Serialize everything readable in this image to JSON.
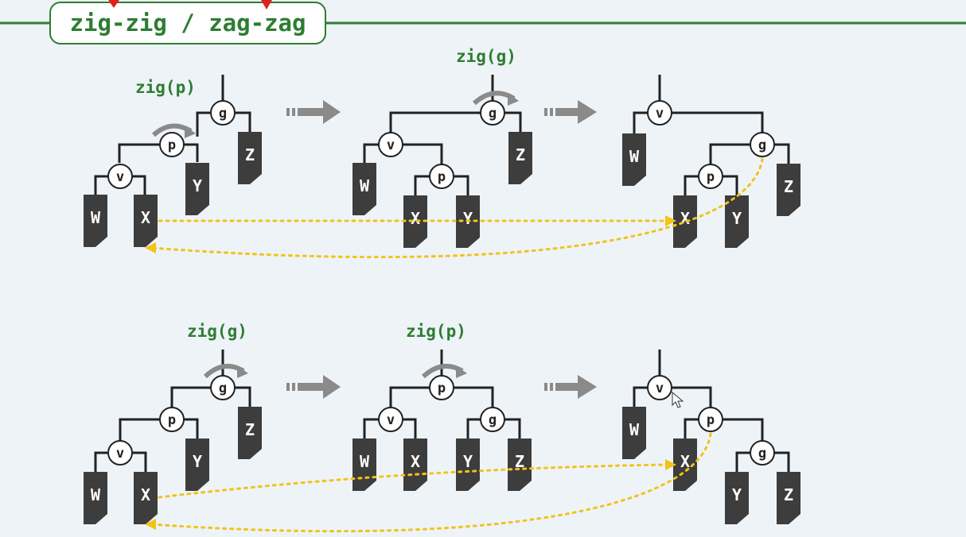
{
  "title": "zig-zig / zag-zag",
  "colors": {
    "accent_green": "#2e7d32",
    "leaf_fill": "#3d3d3d",
    "edge": "#222222",
    "arrow": "#8a8a8a",
    "dotted": "#f0c419",
    "marker_red": "#e0201e"
  },
  "diagram_top": {
    "step1": {
      "label": "zig(p)",
      "nodes": {
        "g": "g",
        "p": "p",
        "v": "v"
      },
      "leaves": {
        "W": "W",
        "X": "X",
        "Y": "Y",
        "Z": "Z"
      }
    },
    "step2": {
      "label": "zig(g)",
      "nodes": {
        "g": "g",
        "v": "v",
        "p": "p"
      },
      "leaves": {
        "W": "W",
        "X": "X",
        "Y": "Y",
        "Z": "Z"
      }
    },
    "step3": {
      "nodes": {
        "v": "v",
        "g": "g",
        "p": "p"
      },
      "leaves": {
        "W": "W",
        "X": "X",
        "Y": "Y",
        "Z": "Z"
      }
    }
  },
  "diagram_bottom": {
    "step1": {
      "label": "zig(g)",
      "nodes": {
        "g": "g",
        "p": "p",
        "v": "v"
      },
      "leaves": {
        "W": "W",
        "X": "X",
        "Y": "Y",
        "Z": "Z"
      }
    },
    "step2": {
      "label": "zig(p)",
      "nodes": {
        "p": "p",
        "v": "v",
        "g": "g"
      },
      "leaves": {
        "W": "W",
        "X": "X",
        "Y": "Y",
        "Z": "Z"
      }
    },
    "step3": {
      "nodes": {
        "v": "v",
        "p": "p",
        "g": "g"
      },
      "leaves": {
        "W": "W",
        "X": "X",
        "Y": "Y",
        "Z": "Z"
      }
    }
  }
}
